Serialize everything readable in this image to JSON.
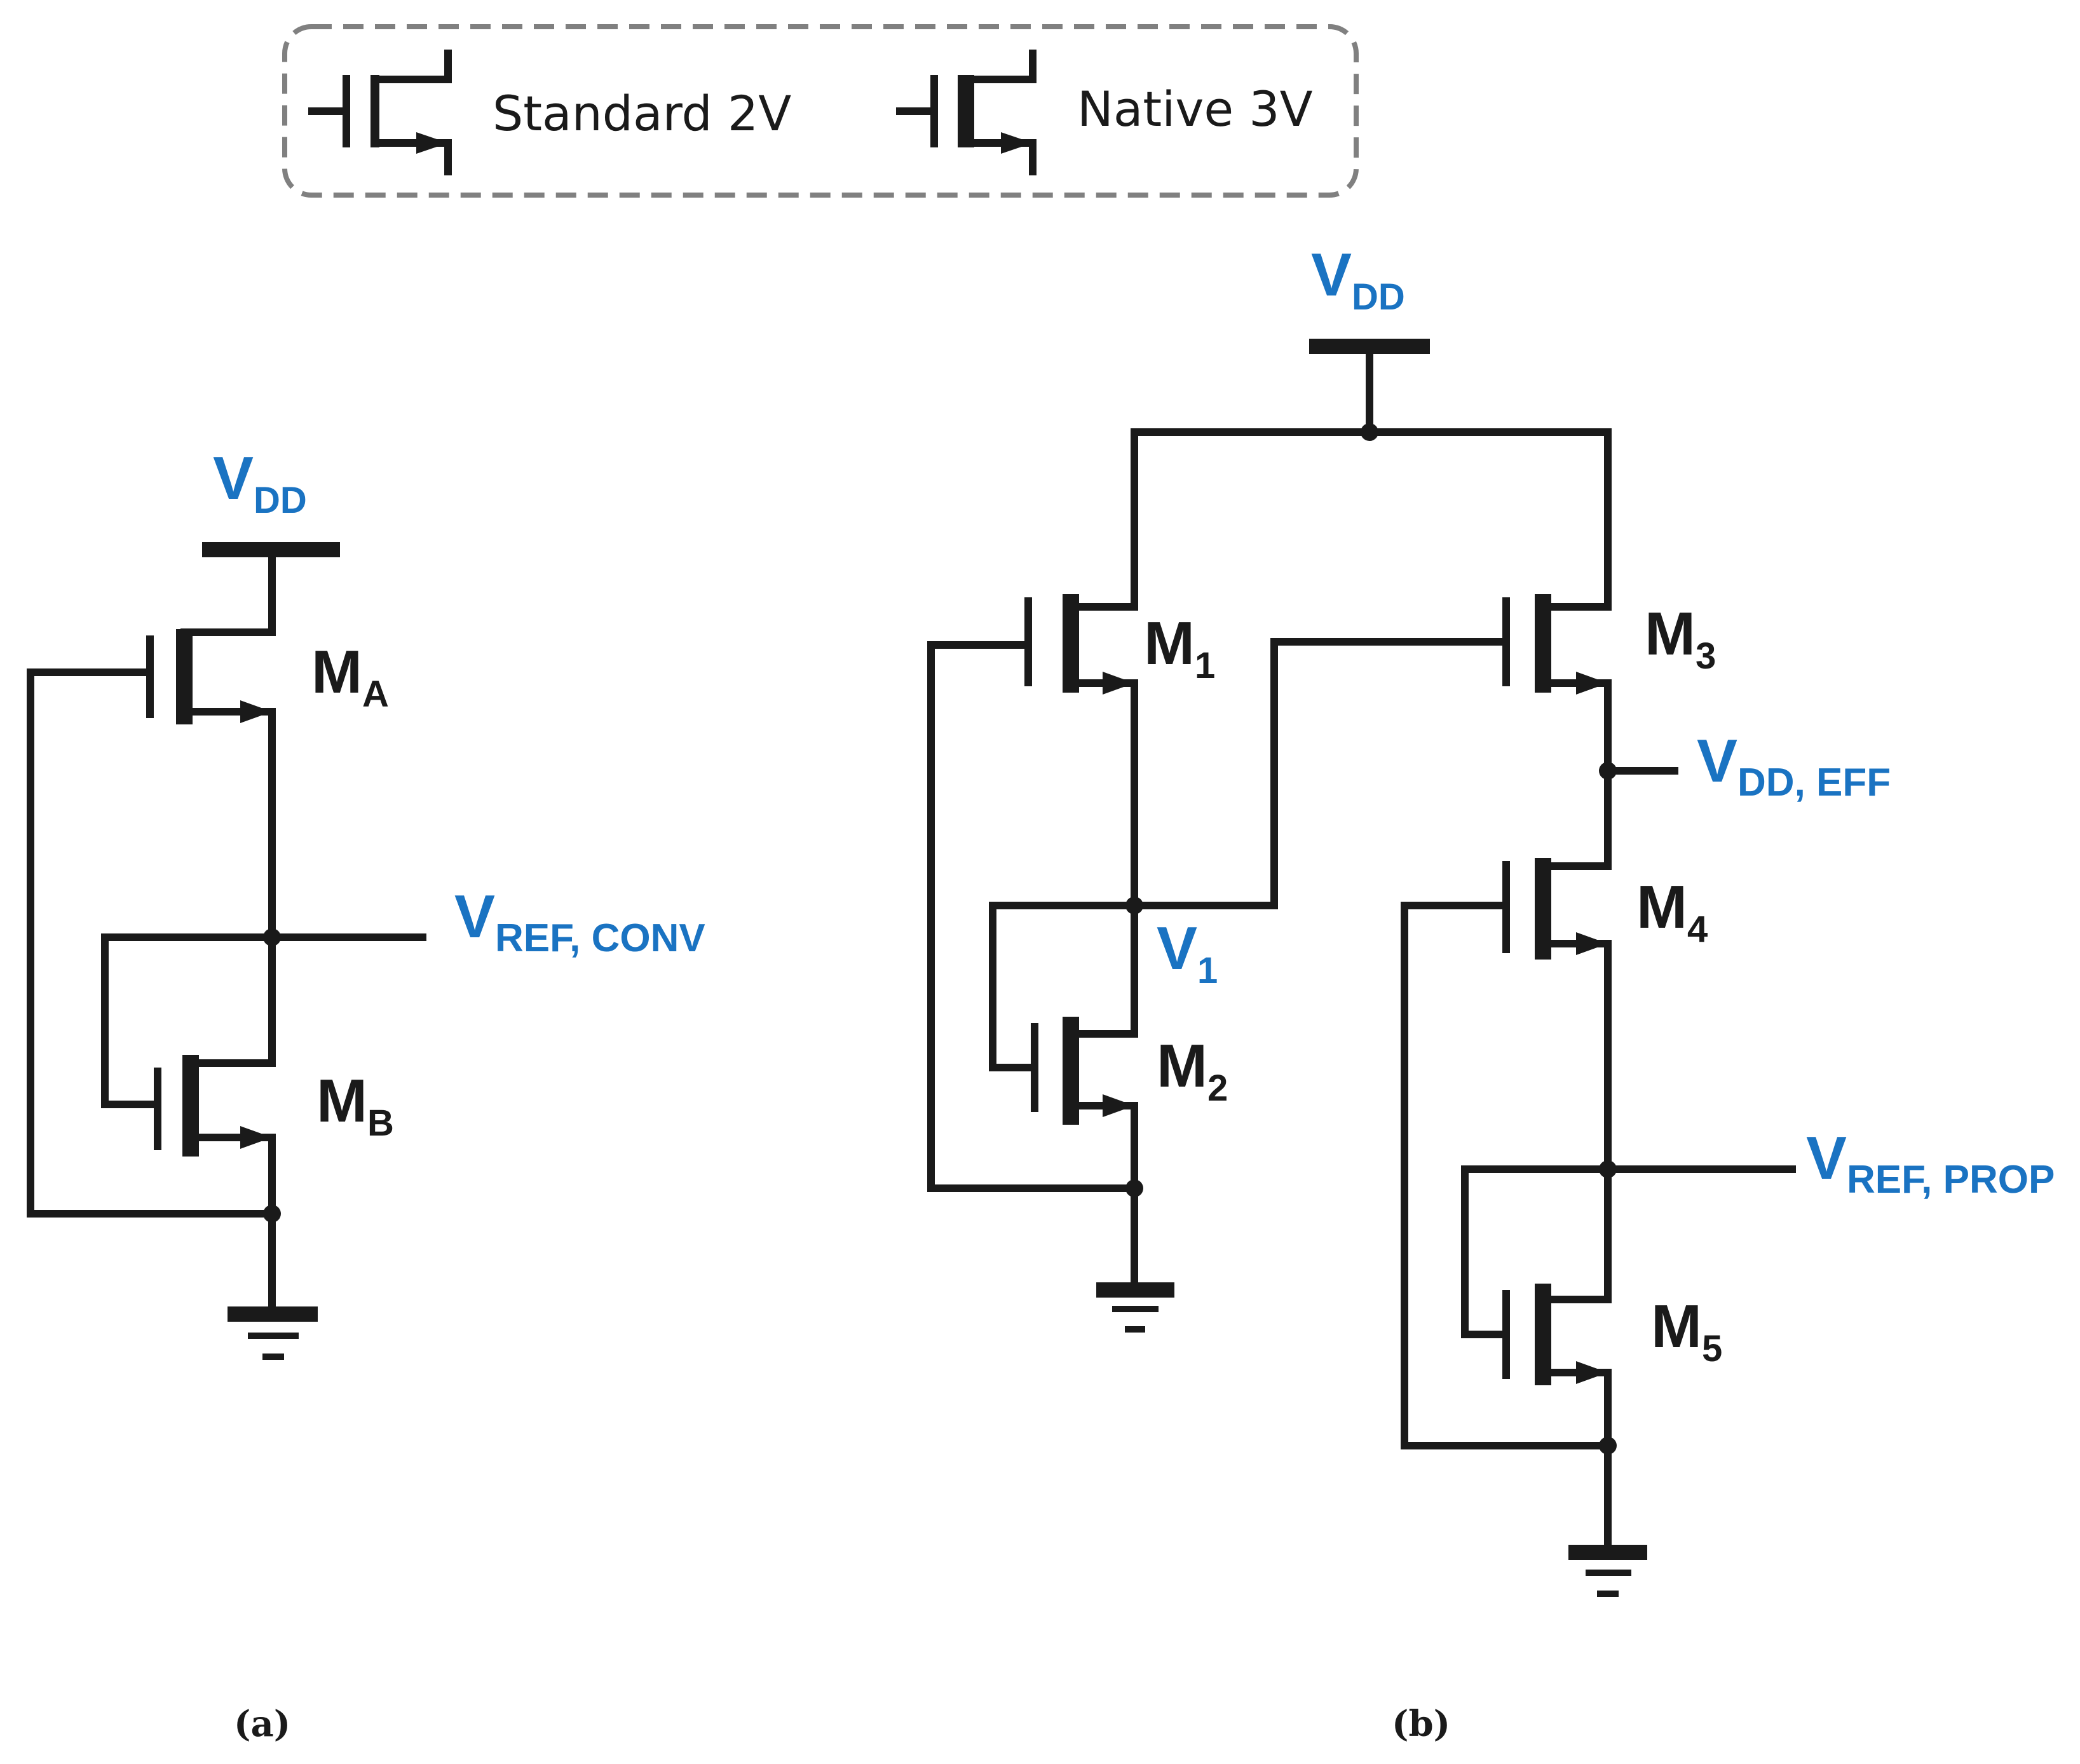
{
  "legend": {
    "standard_label": "Standard 2V",
    "native_label": "Native 3V"
  },
  "circuit_a": {
    "caption": "(a)",
    "vdd": {
      "main": "V",
      "sub": "DD"
    },
    "transistor_top": {
      "main": "M",
      "sub": "A"
    },
    "transistor_bottom": {
      "main": "M",
      "sub": "B"
    },
    "output": {
      "main": "V",
      "sub": "REF, CONV"
    }
  },
  "circuit_b": {
    "caption": "(b)",
    "vdd": {
      "main": "V",
      "sub": "DD"
    },
    "m1": {
      "main": "M",
      "sub": "1"
    },
    "m2": {
      "main": "M",
      "sub": "2"
    },
    "m3": {
      "main": "M",
      "sub": "3"
    },
    "m4": {
      "main": "M",
      "sub": "4"
    },
    "m5": {
      "main": "M",
      "sub": "5"
    },
    "v1": {
      "main": "V",
      "sub": "1"
    },
    "vdd_eff": {
      "main": "V",
      "sub": "DD, EFF"
    },
    "output": {
      "main": "V",
      "sub": "REF, PROP"
    }
  },
  "colors": {
    "node_label": "#1a73c2",
    "wire": "#1a1a1a",
    "legend_border": "#808080"
  }
}
